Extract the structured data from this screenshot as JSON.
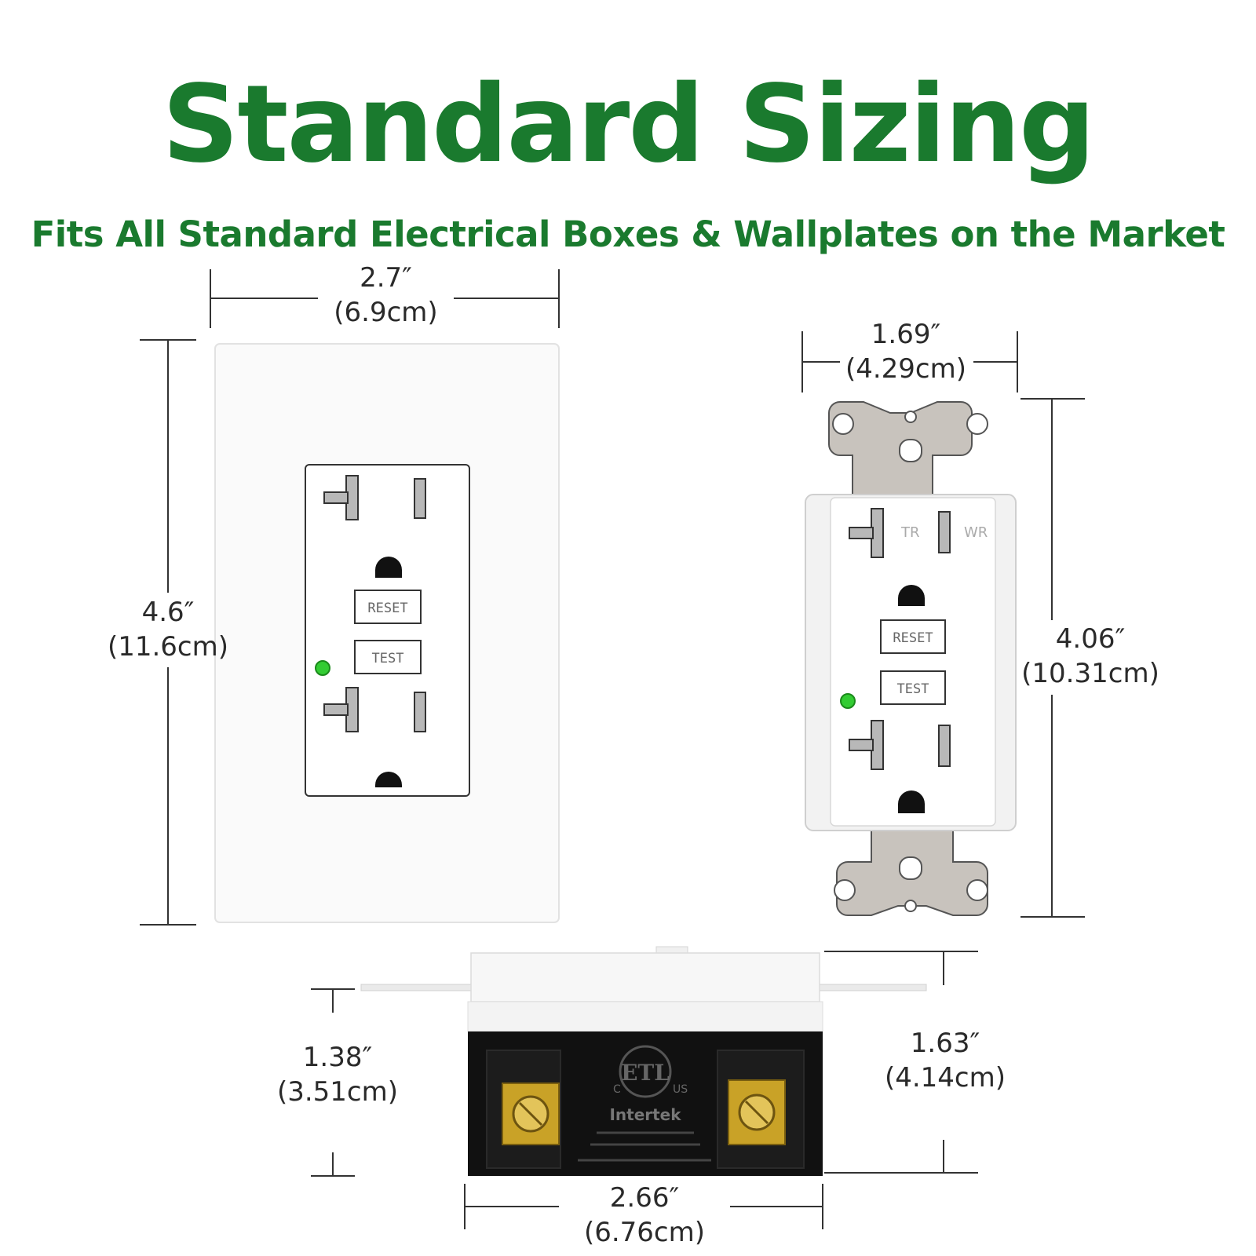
{
  "header": {
    "title": "Standard Sizing",
    "subtitle": "Fits All Standard Electrical Boxes & Wallplates on the Market"
  },
  "colors": {
    "accent": "#1a7a2e",
    "indicator": "#33cc33",
    "terminal": "#c9a227",
    "bracket": "#c8c3bd",
    "housing": "#111111"
  },
  "wallplate": {
    "width": {
      "in": "2.7″",
      "cm": "(6.9cm)"
    },
    "height": {
      "in": "4.6″",
      "cm": "(11.6cm)"
    },
    "button_reset": "RESET",
    "button_test": "TEST"
  },
  "receptacle": {
    "width": {
      "in": "1.69″",
      "cm": "(4.29cm)"
    },
    "height": {
      "in": "4.06″",
      "cm": "(10.31cm)"
    },
    "button_reset": "RESET",
    "button_test": "TEST",
    "label_tr": "TR",
    "label_wr": "WR"
  },
  "side_view": {
    "depth_body": {
      "in": "1.38″",
      "cm": "(3.51cm)"
    },
    "depth_total": {
      "in": "1.63″",
      "cm": "(4.14cm)"
    },
    "width": {
      "in": "2.66″",
      "cm": "(6.76cm)"
    },
    "brand": "Intertek",
    "cert_mark": "ETL",
    "cert_c": "C",
    "cert_us": "US"
  }
}
